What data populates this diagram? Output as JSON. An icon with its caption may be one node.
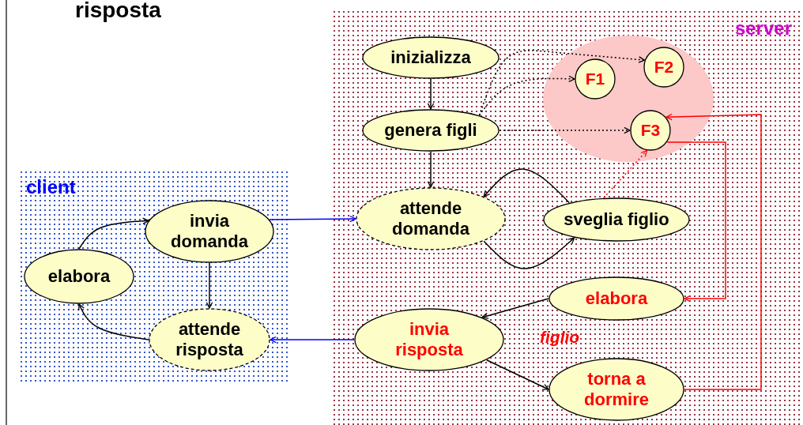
{
  "diagram": {
    "title": "risposta",
    "nodes": [
      {
        "text": [
          "client"
        ]
      },
      {
        "text": [
          "elabora"
        ],
        "in": 0
      },
      {
        "text": [
          "invia domanda"
        ],
        "in": 0
      },
      {
        "text": [
          "attende risposta"
        ],
        "in": 0
      },
      {
        "text": [
          "server"
        ]
      },
      {
        "text": [
          "inizializza"
        ],
        "in": 4
      },
      {
        "text": [
          "genera figli"
        ],
        "in": 4
      },
      {
        "text": [],
        "shape": "ellipse",
        "in": 4
      },
      {
        "text": [
          "F1"
        ],
        "in": 7
      },
      {
        "text": [
          "F2"
        ],
        "in": 7
      },
      {
        "text": [
          "F3"
        ],
        "in": 7
      },
      {
        "text": [
          "attende domanda"
        ],
        "in": 4
      },
      {
        "text": [
          "sveglia figlio"
        ],
        "in": 4
      },
      {
        "text": [
          "elabora"
        ],
        "in": 4
      },
      {
        "text": [
          "invia risposta"
        ],
        "in": 4
      },
      {
        "text": [
          "torna a dormire"
        ],
        "in": 4
      }
    ],
    "edges": [
      {
        "from": 1,
        "to": 2,
        "arrow": "to"
      },
      {
        "from": 2,
        "to": 3,
        "arrow": "to"
      },
      {
        "from": 3,
        "to": 1,
        "arrow": "to"
      },
      {
        "from": 2,
        "to": 11,
        "arrow": "to",
        "color": "#0000ff"
      },
      {
        "from": 14,
        "to": 3,
        "arrow": "to",
        "color": "#0000ff"
      },
      {
        "from": 5,
        "to": 6,
        "arrow": "to"
      },
      {
        "from": 6,
        "to": 11,
        "arrow": "to"
      },
      {
        "from": 6,
        "to": 8,
        "arrow": "to",
        "style": "dashed"
      },
      {
        "from": 6,
        "to": 9,
        "arrow": "to",
        "style": "dashed"
      },
      {
        "from": 6,
        "to": 10,
        "arrow": "to",
        "style": "dashed"
      },
      {
        "from": 12,
        "to": 10,
        "arrow": "to",
        "style": "dashed",
        "color": "#ff0000"
      },
      {
        "from": 10,
        "to": 13,
        "arrow": "to",
        "color": "#ff0000"
      },
      {
        "from": 15,
        "to": 10,
        "arrow": "to",
        "color": "#ff0000"
      },
      {
        "from": 11,
        "to": 12,
        "arrow": "to"
      },
      {
        "from": 12,
        "to": 11,
        "arrow": "to"
      },
      {
        "from": 13,
        "to": 14,
        "arrow": "to"
      },
      {
        "from": 14,
        "to": 15,
        "arrow": "to"
      }
    ],
    "labels": [
      "figlio"
    ]
  }
}
